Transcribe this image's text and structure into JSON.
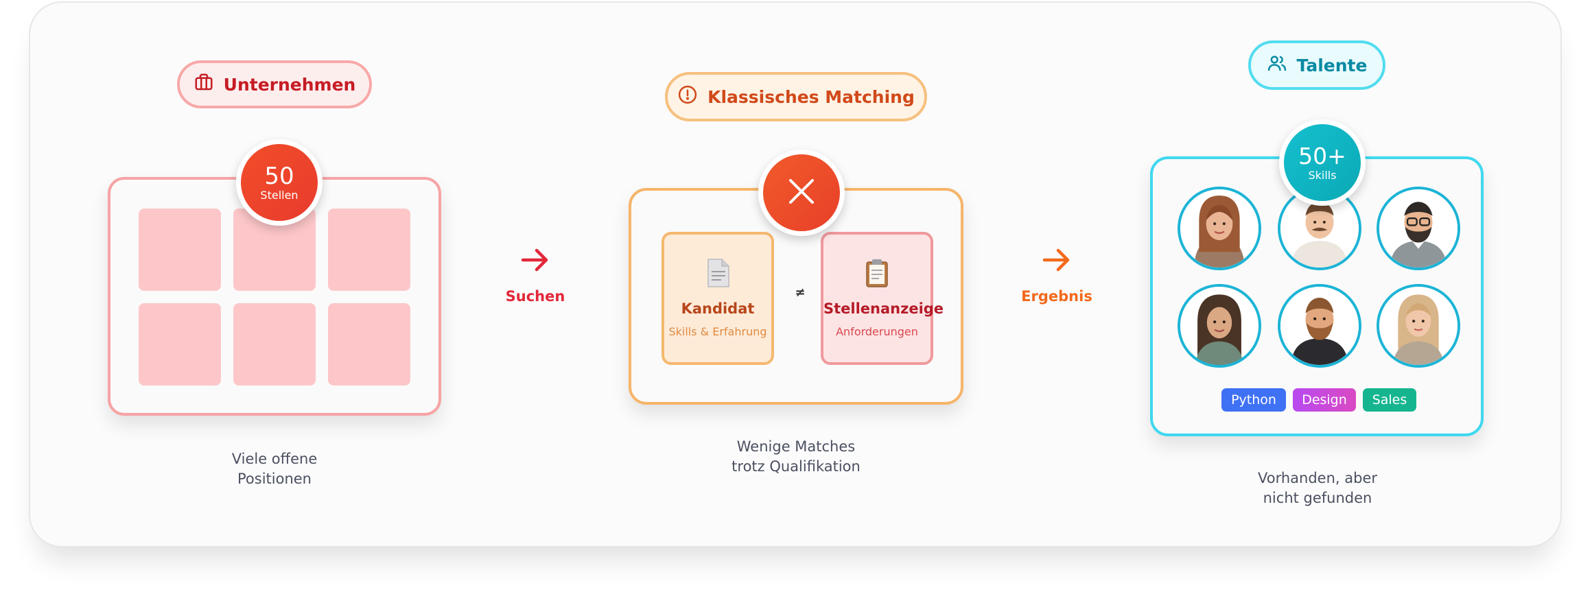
{
  "company": {
    "pill_label": "Unternehmen",
    "pill_icon": "briefcase-icon",
    "badge_number": "50",
    "badge_label": "Stellen",
    "caption_line1": "Viele offene",
    "caption_line2": "Positionen",
    "accent": "#e03a3a"
  },
  "search_arrow": {
    "label": "Suchen",
    "color": "#e3283a"
  },
  "matching": {
    "pill_label": "Klassisches Matching",
    "pill_icon": "alert-circle-icon",
    "badge_icon": "close-icon",
    "candidate_title": "Kandidat",
    "candidate_subtitle": "Skills & Erfahrung",
    "not_equal": "≠",
    "job_title": "Stellenanzeige",
    "job_subtitle": "Anforderungen",
    "caption_line1": "Wenige Matches",
    "caption_line2": "trotz Qualifikation",
    "accent": "#f4b060"
  },
  "result_arrow": {
    "label": "Ergebnis",
    "color": "#f26a1b"
  },
  "talents": {
    "pill_label": "Talente",
    "pill_icon": "users-icon",
    "badge_number": "50+",
    "badge_label": "Skills",
    "tags": [
      "Python",
      "Design",
      "Sales"
    ],
    "caption_line1": "Vorhanden, aber",
    "caption_line2": "nicht gefunden",
    "accent": "#3ad6ef"
  }
}
